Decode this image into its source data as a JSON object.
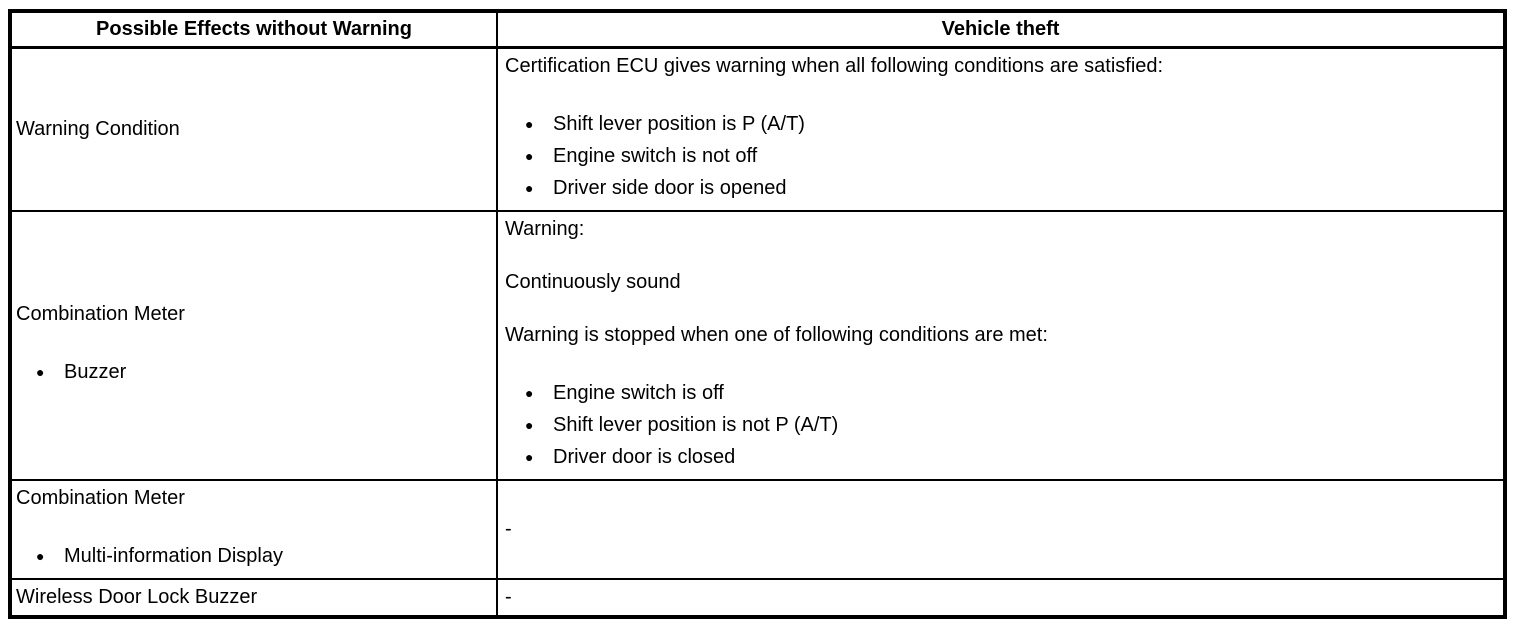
{
  "icons": {
    "bullet": "●"
  },
  "colors": {
    "border": "#000000",
    "text": "#000000",
    "background": "#ffffff"
  },
  "table": {
    "header": {
      "effects": "Possible Effects without Warning",
      "function": "Vehicle theft"
    },
    "warning_condition": {
      "label": "Warning Condition",
      "intro": "Certification ECU gives warning when all following conditions are satisfied:",
      "conditions": [
        "Shift lever position is P (A/T)",
        "Engine switch is not off",
        "Driver side door is opened"
      ]
    },
    "buzzer": {
      "label": "Combination Meter",
      "sublabel": "Buzzer",
      "warning_title": "Warning:",
      "warning_sound": "Continuously sound",
      "stop_intro": "Warning is stopped when one of following conditions are met:",
      "stop_conditions": [
        "Engine switch is off",
        "Shift lever position is not P (A/T)",
        "Driver door is closed"
      ]
    },
    "multi_information_display": {
      "label": "Combination Meter",
      "sublabel": "Multi-information Display",
      "value": "-"
    },
    "wireless_door_lock_buzzer": {
      "label": "Wireless Door Lock Buzzer",
      "value": "-"
    }
  }
}
